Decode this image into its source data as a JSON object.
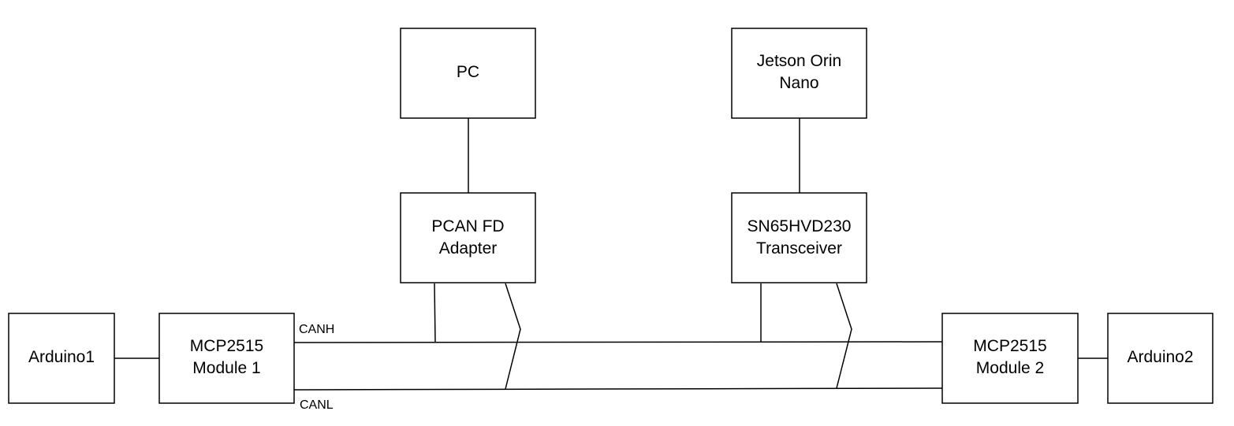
{
  "diagram": {
    "nodes": {
      "pc": {
        "lines": [
          "PC"
        ]
      },
      "jetson": {
        "lines": [
          "Jetson Orin",
          "Nano"
        ]
      },
      "pcan": {
        "lines": [
          "PCAN FD",
          "Adapter"
        ]
      },
      "sn65": {
        "lines": [
          "SN65HVD230",
          "Transceiver"
        ]
      },
      "arduino1": {
        "lines": [
          "Arduino1"
        ]
      },
      "mcp1": {
        "lines": [
          "MCP2515",
          "Module 1"
        ]
      },
      "mcp2": {
        "lines": [
          "MCP2515",
          "Module 2"
        ]
      },
      "arduino2": {
        "lines": [
          "Arduino2"
        ]
      }
    },
    "bus_labels": {
      "canh": "CANH",
      "canl": "CANL"
    }
  }
}
